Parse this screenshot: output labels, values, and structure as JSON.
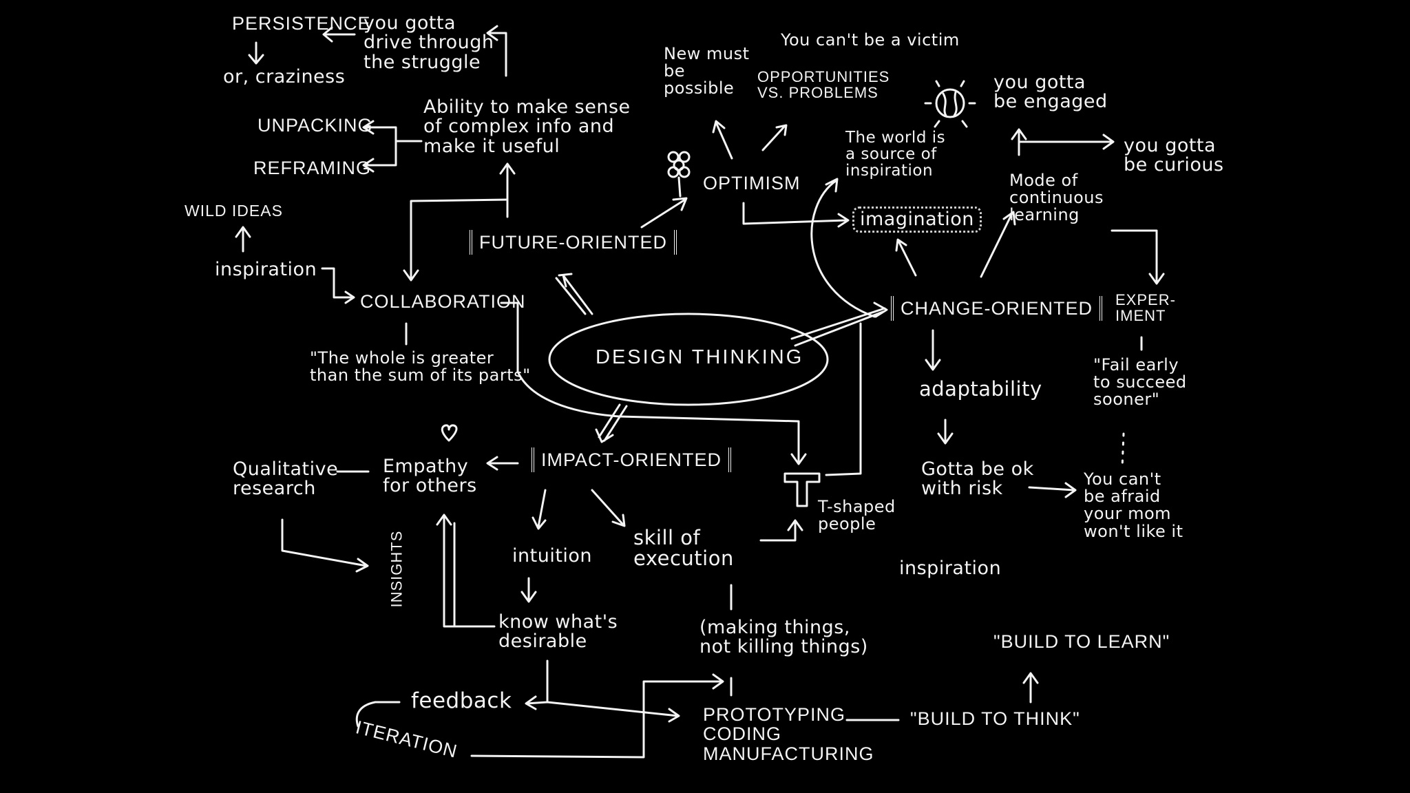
{
  "nodes": {
    "persistence": "PERSISTENCE",
    "drive_through": "you gotta\ndrive through\nthe struggle",
    "craziness": "or, craziness",
    "unpacking": "UNPACKING",
    "reframing": "REFRAMING",
    "ability": "Ability to make sense\nof complex info and\nmake it useful",
    "new_possible": "New must\nbe\npossible",
    "victim": "You can't be a victim",
    "opportunities": "OPPORTUNITIES\nVS. PROBLEMS",
    "engaged": "you gotta\nbe engaged",
    "world_source": "The world is\na source of\ninspiration",
    "curious": "you gotta\nbe curious",
    "optimism": "OPTIMISM",
    "imagination": "imagination",
    "continuous_learning": "Mode of\ncontinuous\nlearning",
    "wild_ideas": "WILD IDEAS",
    "future_oriented": "FUTURE-ORIENTED",
    "inspiration_left": "inspiration",
    "collaboration": "COLLABORATION",
    "change_oriented": "CHANGE-ORIENTED",
    "experiment": "EXPER-\nIMENT",
    "design_thinking": "DESIGN THINKING",
    "whole_greater": "\"The whole is greater\nthan the sum of its parts\"",
    "adaptability": "adaptability",
    "fail_early": "\"Fail early\nto succeed\nsooner\"",
    "qualitative": "Qualitative\nresearch",
    "empathy": "Empathy\nfor others",
    "impact_oriented": "IMPACT-ORIENTED",
    "t_shaped": "T-shaped\npeople",
    "ok_risk": "Gotta be ok\nwith risk",
    "afraid_mom": "You can't\nbe afraid\nyour mom\nwon't like it",
    "insights": "INSIGHTS",
    "intuition": "intuition",
    "skill_execution": "skill of\nexecution",
    "inspiration_right": "inspiration",
    "know_desirable": "know what's\ndesirable",
    "making_things": "(making things,\nnot killing things)",
    "build_learn": "\"BUILD TO LEARN\"",
    "feedback": "feedback",
    "prototyping": "PROTOTYPING\nCODING\nMANUFACTURING",
    "build_think": "\"BUILD TO THINK\"",
    "iteration": "ITERATION"
  },
  "colors": {
    "background": "#000000",
    "chalk": "#f4f4f4"
  }
}
